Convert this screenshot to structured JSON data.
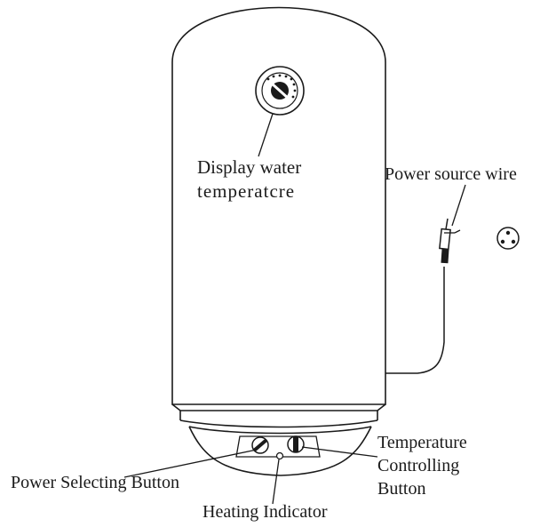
{
  "labels": {
    "display": [
      "Display water",
      "temperatcre"
    ],
    "power_wire": "Power source wire",
    "temperature_button": [
      "Temperature",
      "Controlling",
      "Button"
    ],
    "power_selecting": "Power Selecting Button",
    "heating_indicator": "Heating Indicator"
  },
  "colors": {
    "line": "#1a1a1a",
    "background": "#ffffff"
  },
  "icons": [
    "thermometer-dial-icon",
    "plug-icon",
    "socket-icon",
    "knob-icon"
  ]
}
